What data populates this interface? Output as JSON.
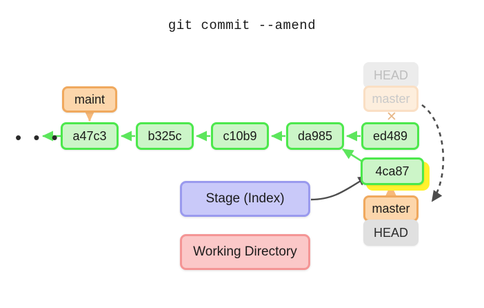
{
  "title": "git commit --amend",
  "background_color": "#ffffff",
  "colors": {
    "commit_fill": "#ccf5c8",
    "commit_border": "#4ce84c",
    "ref_orange_fill": "#fcd6ab",
    "ref_orange_border": "#f0a95e",
    "ref_gray_fill": "#e0e0e0",
    "faded_head_fill": "#ececec",
    "faded_master_fill": "#fdeedd",
    "faded_text": "#c4c4c4",
    "stage_fill": "#c9c9f9",
    "stage_border": "#9a9aee",
    "workdir_fill": "#fbc8c8",
    "workdir_border": "#f49595",
    "highlight_glow": "#fff22d",
    "arrow_green": "#5ce65c",
    "arrow_dark": "#4d4d4d",
    "arrow_orange": "#f6b97a",
    "xmark": "#e8b98a"
  },
  "ellipsis": "• • •",
  "xmark": "✕",
  "commits": [
    {
      "id": "a47c3",
      "label": "a47c3"
    },
    {
      "id": "b325c",
      "label": "b325c"
    },
    {
      "id": "c10b9",
      "label": "c10b9"
    },
    {
      "id": "da985",
      "label": "da985"
    },
    {
      "id": "ed489",
      "label": "ed489"
    },
    {
      "id": "4ca87",
      "label": "4ca87"
    }
  ],
  "refs": {
    "maint": "maint",
    "faded_head": "HEAD",
    "faded_master": "master",
    "active_master": "master",
    "active_head": "HEAD"
  },
  "areas": {
    "stage": "Stage (Index)",
    "working_directory": "Working Directory"
  }
}
